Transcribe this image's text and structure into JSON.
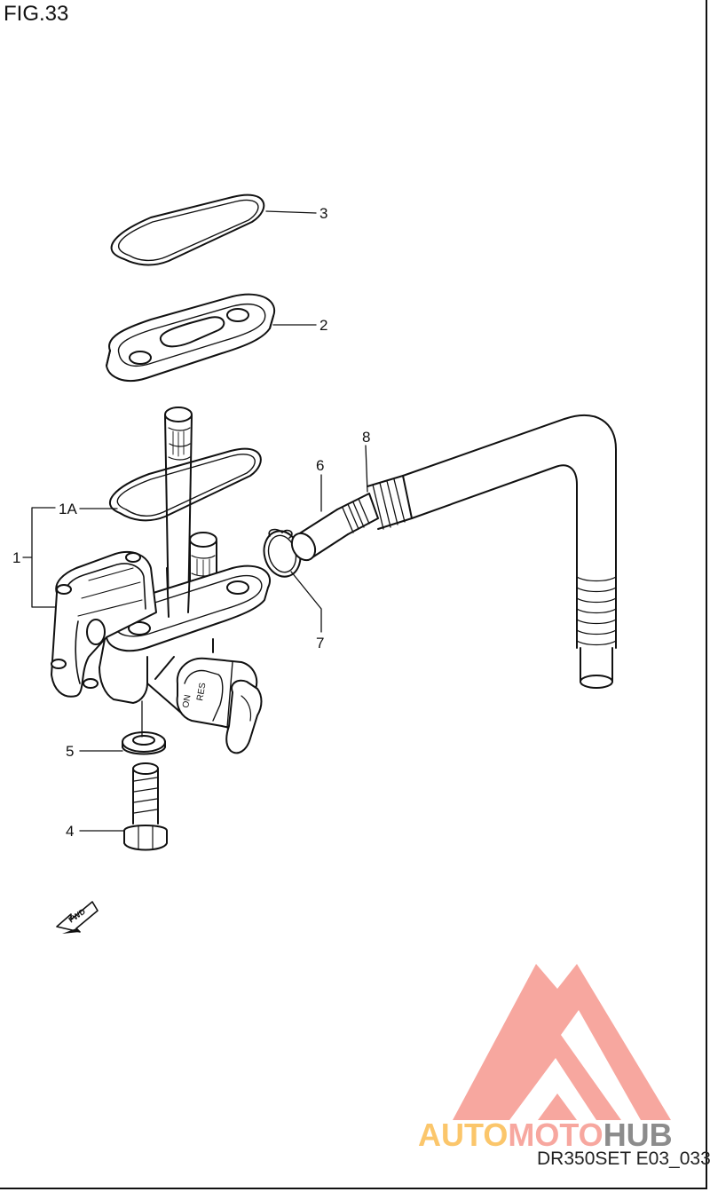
{
  "figure_label": "FIG.33",
  "document_code": "DR350SET E03_033",
  "watermark": {
    "part1": "AUTO",
    "part2": "MOTO",
    "part3": "HUB",
    "colors": {
      "auto": "#fbc66b",
      "moto": "#f7a79f",
      "hub": "#8c8c8c",
      "logo": "#f7a79f"
    }
  },
  "fwd_label": "FWD",
  "cock_marks": {
    "res": "RES",
    "on": "ON"
  },
  "callouts": {
    "c1": "1",
    "c1a": "1A",
    "c2": "2",
    "c3": "3",
    "c4": "4",
    "c5": "5",
    "c6": "6",
    "c7": "7",
    "c8": "8"
  }
}
